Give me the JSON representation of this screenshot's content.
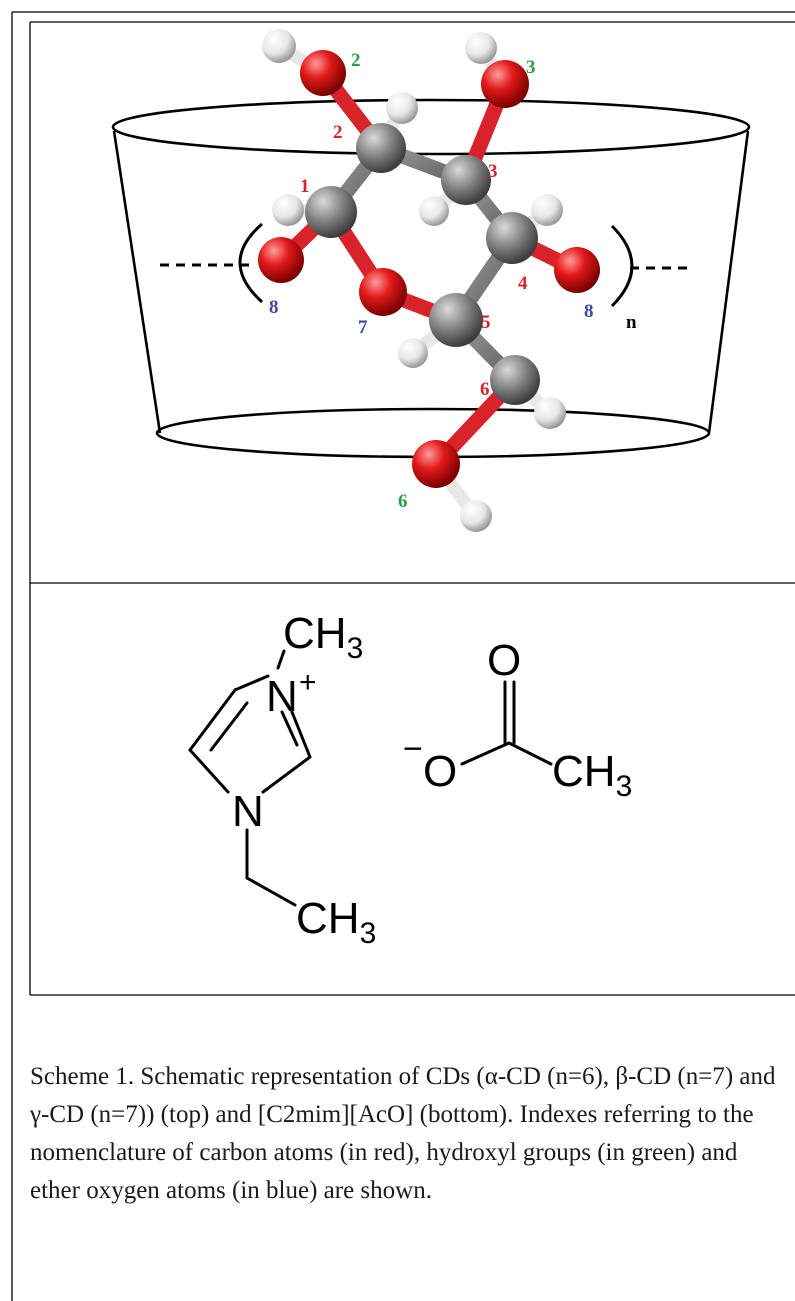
{
  "colors": {
    "carbon_index": "#d8232a",
    "hydroxyl_index": "#2e9e45",
    "ether_index": "#3b4aa8",
    "carbon_atom": "#7b7b7b",
    "oxygen_atom": "#e21a1a",
    "hydrogen_atom": "#efefef"
  },
  "cd_scheme": {
    "carbon_labels": [
      "1",
      "2",
      "3",
      "4",
      "5",
      "6"
    ],
    "hydroxyl_labels": [
      "2",
      "3",
      "6"
    ],
    "ether_labels": [
      "8",
      "7",
      "8"
    ],
    "repeat_label": "n"
  },
  "ionic_liquid": {
    "cation_methyl": "CH",
    "cation_methyl_sub": "3",
    "cation_n_plus": "N",
    "cation_charge": "+",
    "cation_n": "N",
    "cation_ethyl": "CH",
    "cation_ethyl_sub": "3",
    "anion_o_double": "O",
    "anion_o_minus": "O",
    "anion_charge": "−",
    "anion_methyl": "CH",
    "anion_methyl_sub": "3"
  },
  "caption": "Scheme 1. Schematic representation of CDs (α-CD (n=6), β-CD (n=7) and γ-CD (n=7)) (top) and [C2mim][AcO] (bottom). Indexes referring to the nomenclature of carbon atoms (in red), hydroxyl groups (in green) and ether oxygen atoms (in blue) are shown."
}
